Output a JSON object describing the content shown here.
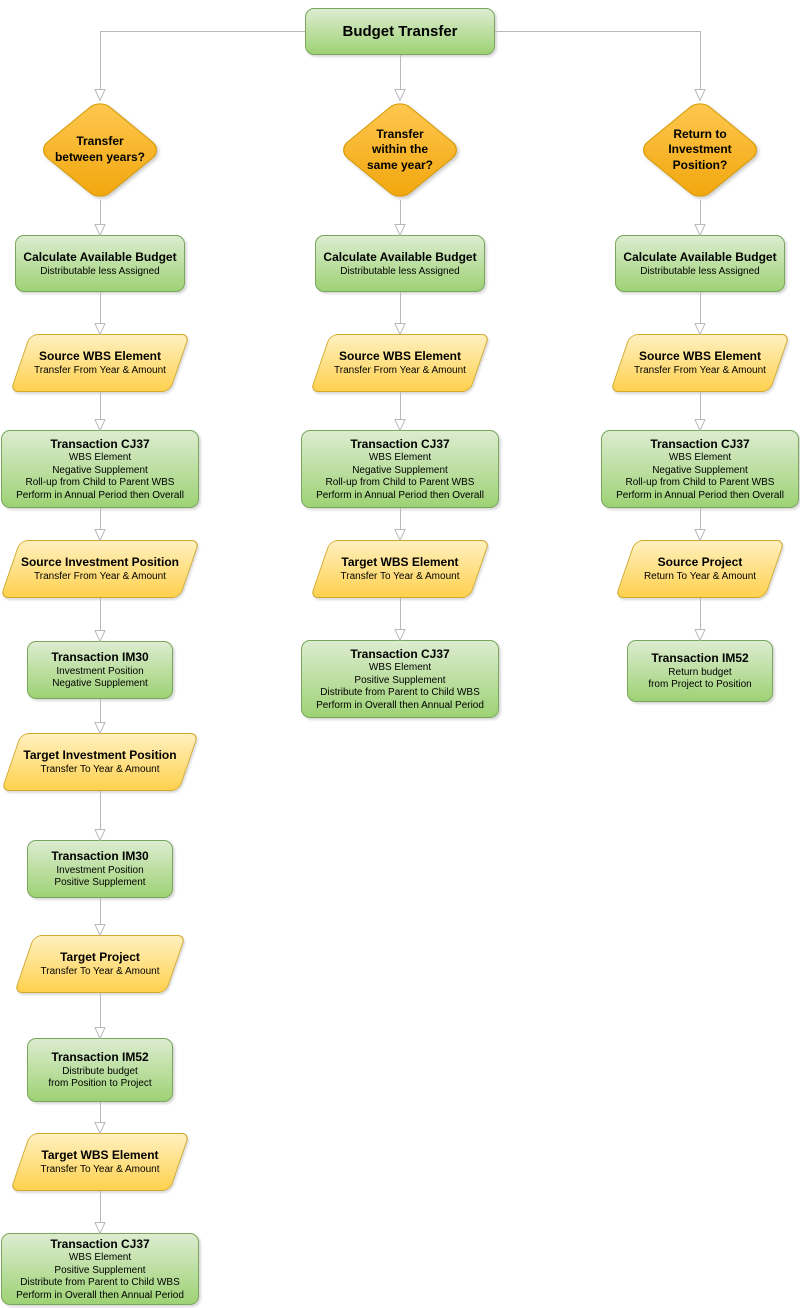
{
  "root": {
    "label": "Budget Transfer"
  },
  "colors": {
    "process_fill_top": "#dcecd0",
    "process_fill_bottom": "#9ed275",
    "process_border": "#78a65a",
    "data_fill_top": "#fff0bf",
    "data_fill_bottom": "#ffd14e",
    "data_border": "#d2a92a",
    "decision_fill_top": "#ffc851",
    "decision_fill_bottom": "#f1a50b",
    "decision_border": "#d79b00",
    "connector": "#b9b9b9"
  },
  "columns": [
    {
      "decision": {
        "lines": [
          "Transfer",
          "between years?"
        ]
      },
      "nodes": [
        {
          "kind": "process",
          "title": "Calculate Available Budget",
          "lines": [
            "Distributable less Assigned"
          ]
        },
        {
          "kind": "data",
          "title": "Source WBS Element",
          "lines": [
            "Transfer From Year & Amount"
          ]
        },
        {
          "kind": "process",
          "title": "Transaction CJ37",
          "lines": [
            "WBS Element",
            "Negative Supplement",
            "Roll-up from Child to Parent WBS",
            "Perform in Annual Period then Overall"
          ]
        },
        {
          "kind": "data",
          "title": "Source Investment Position",
          "lines": [
            "Transfer From Year & Amount"
          ]
        },
        {
          "kind": "process",
          "title": "Transaction IM30",
          "lines": [
            "Investment Position",
            "Negative Supplement"
          ]
        },
        {
          "kind": "data",
          "title": "Target Investment Position",
          "lines": [
            "Transfer To Year & Amount"
          ]
        },
        {
          "kind": "process",
          "title": "Transaction IM30",
          "lines": [
            "Investment Position",
            "Positive Supplement"
          ]
        },
        {
          "kind": "data",
          "title": "Target Project",
          "lines": [
            "Transfer To Year & Amount"
          ]
        },
        {
          "kind": "process",
          "title": "Transaction IM52",
          "lines": [
            "Distribute budget",
            "from Position to Project"
          ]
        },
        {
          "kind": "data",
          "title": "Target WBS Element",
          "lines": [
            "Transfer To Year & Amount"
          ]
        },
        {
          "kind": "process",
          "title": "Transaction CJ37",
          "lines": [
            "WBS Element",
            "Positive Supplement",
            "Distribute from Parent to Child WBS",
            "Perform in Overall then Annual Period"
          ]
        }
      ]
    },
    {
      "decision": {
        "lines": [
          "Transfer",
          "within the",
          "same year?"
        ]
      },
      "nodes": [
        {
          "kind": "process",
          "title": "Calculate Available Budget",
          "lines": [
            "Distributable less Assigned"
          ]
        },
        {
          "kind": "data",
          "title": "Source WBS Element",
          "lines": [
            "Transfer From Year & Amount"
          ]
        },
        {
          "kind": "process",
          "title": "Transaction CJ37",
          "lines": [
            "WBS Element",
            "Negative Supplement",
            "Roll-up from Child to Parent WBS",
            "Perform in Annual Period then Overall"
          ]
        },
        {
          "kind": "data",
          "title": "Target WBS Element",
          "lines": [
            "Transfer To Year & Amount"
          ]
        },
        {
          "kind": "process",
          "title": "Transaction CJ37",
          "lines": [
            "WBS Element",
            "Positive Supplement",
            "Distribute from Parent to Child WBS",
            "Perform in Overall then Annual Period"
          ]
        }
      ]
    },
    {
      "decision": {
        "lines": [
          "Return to",
          "Investment",
          "Position?"
        ]
      },
      "nodes": [
        {
          "kind": "process",
          "title": "Calculate Available Budget",
          "lines": [
            "Distributable less Assigned"
          ]
        },
        {
          "kind": "data",
          "title": "Source WBS Element",
          "lines": [
            "Transfer From Year & Amount"
          ]
        },
        {
          "kind": "process",
          "title": "Transaction CJ37",
          "lines": [
            "WBS Element",
            "Negative Supplement",
            "Roll-up from Child to Parent WBS",
            "Perform in Annual Period then Overall"
          ]
        },
        {
          "kind": "data",
          "title": "Source Project",
          "lines": [
            "Return To Year & Amount"
          ]
        },
        {
          "kind": "process",
          "title": "Transaction IM52",
          "lines": [
            "Return budget",
            "from Project to Position"
          ]
        }
      ]
    }
  ]
}
